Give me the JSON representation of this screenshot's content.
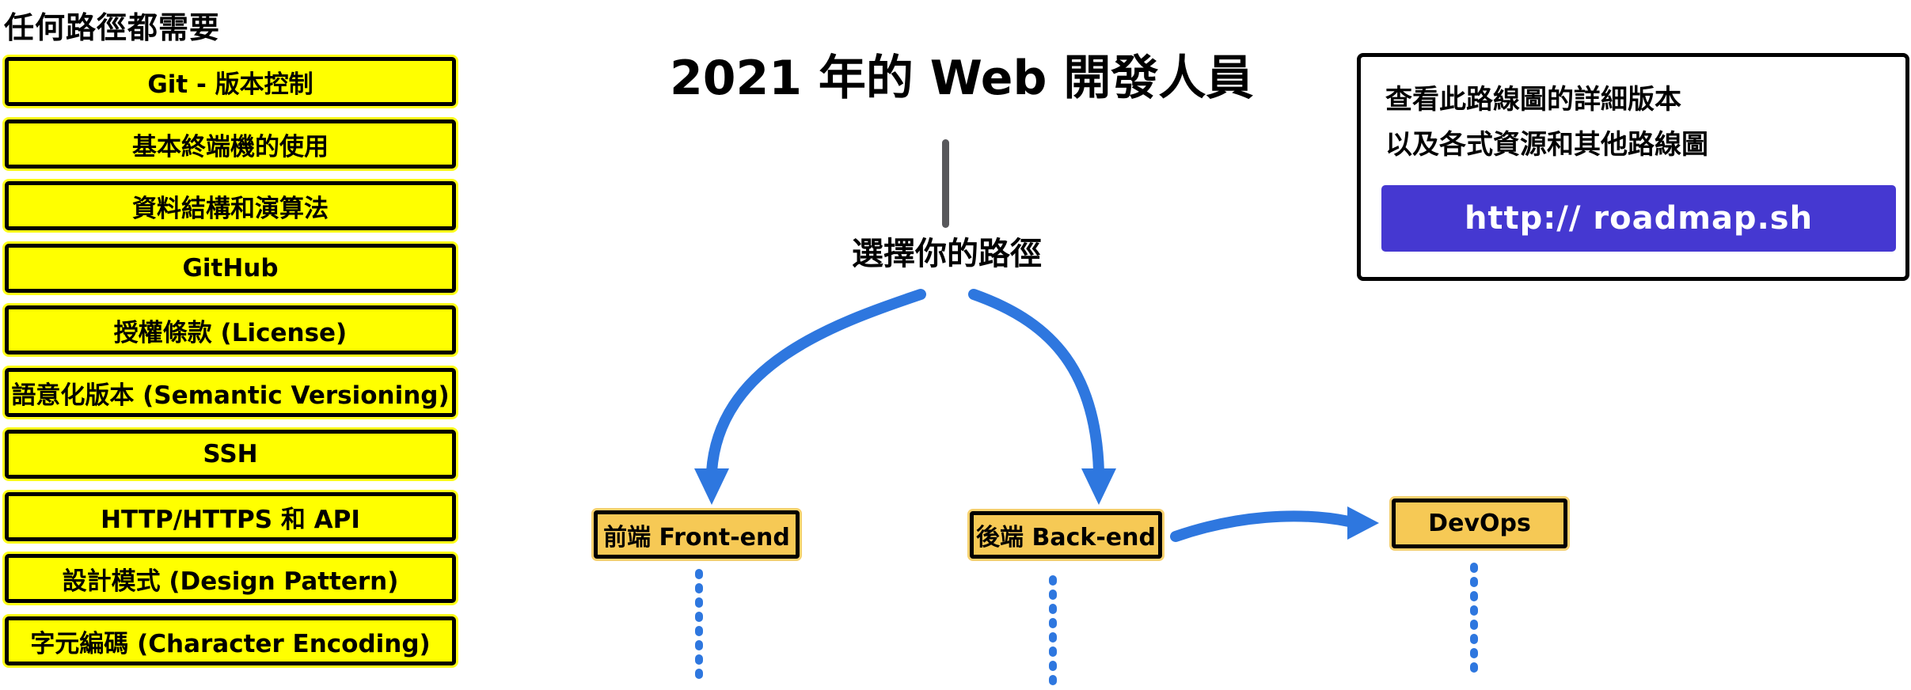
{
  "prerequisites": {
    "title": "任何路徑都需要",
    "items": [
      "Git - 版本控制",
      "基本終端機的使用",
      "資料結構和演算法",
      "GitHub",
      "授權條款 (License)",
      "語意化版本 (Semantic Versioning)",
      "SSH",
      "HTTP/HTTPS 和 API",
      "設計模式 (Design Pattern)",
      "字元編碼 (Character Encoding)"
    ]
  },
  "main": {
    "title": "2021 年的 Web 開發人員",
    "choose_path_label": "選擇你的路徑",
    "nodes": {
      "frontend": "前端 Front-end",
      "backend": "後端 Back-end",
      "devops": "DevOps"
    }
  },
  "info_panel": {
    "line1": "查看此路線圖的詳細版本",
    "line2": "以及各式資源和其他路線圖",
    "url_button": "http:// roadmap.sh"
  },
  "colors": {
    "highlight_yellow": "#FFFF00",
    "node_orange": "#F6C955",
    "arrow_blue": "#2E77DF",
    "brand_purple": "#4538D1",
    "line_gray": "#58585B"
  }
}
